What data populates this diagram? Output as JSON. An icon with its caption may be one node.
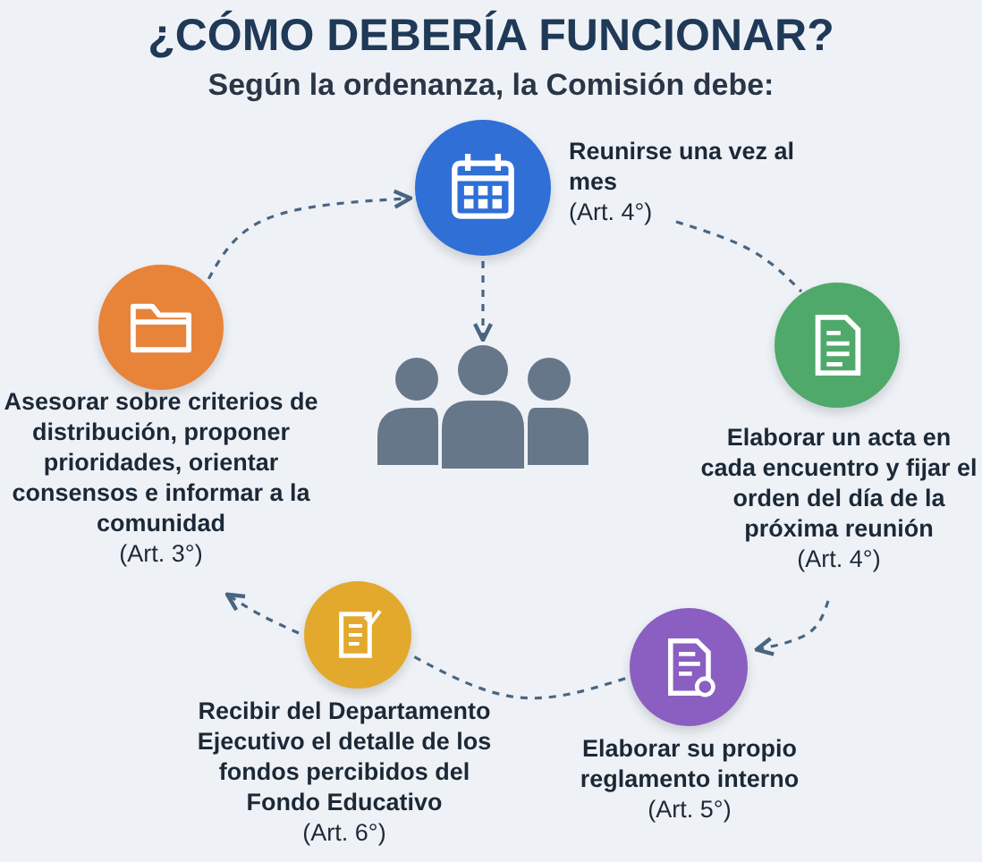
{
  "diagram": {
    "title": "¿CÓMO DEBERÍA FUNCIONAR?",
    "nodes": [
      {
        "text": [
          "Reunirse una vez al mes",
          "(Art. 4°)"
        ]
      },
      {
        "text": [
          "Asesorar sobre criterios de distribución, proponer prioridades, orientar consensos e informar a la comunidad",
          "(Art. 3°)"
        ]
      },
      {
        "text": [],
        "shape": "person"
      },
      {
        "text": [
          "Elaborar un acta en cada encuentro y fijar el orden del día de la próxima reunión",
          "(Art. 4°)"
        ]
      },
      {
        "text": [
          "Recibir del Departamento Ejecutivo el detalle de los fondos percibidos del Fondo Educativo",
          "(Art. 6°)"
        ]
      },
      {
        "text": [
          "Elaborar su propio reglamento interno",
          "(Art. 5°)"
        ]
      }
    ],
    "edges": [
      {
        "from": 1,
        "to": 0,
        "arrow": "to",
        "style": "dashed"
      },
      {
        "from": 0,
        "to": 3,
        "arrow": "none",
        "style": "dashed"
      },
      {
        "from": 3,
        "to": 5,
        "arrow": "to",
        "style": "dashed"
      },
      {
        "from": 5,
        "to": 4,
        "arrow": "none",
        "style": "dashed"
      },
      {
        "from": 4,
        "to": 1,
        "arrow": "to",
        "style": "dashed"
      },
      {
        "from": 0,
        "to": 2,
        "arrow": "to",
        "style": "dashed"
      }
    ],
    "labels": [
      "Según la ordenanza, la Comisión debe:"
    ]
  }
}
